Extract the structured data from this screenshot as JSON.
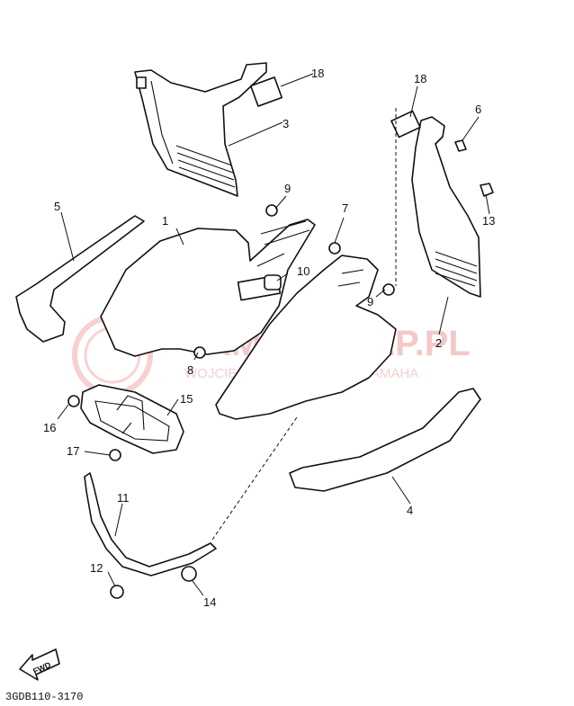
{
  "diagram": {
    "callouts": [
      "1",
      "2",
      "3",
      "4",
      "5",
      "6",
      "7",
      "8",
      "9",
      "9",
      "10",
      "11",
      "12",
      "13",
      "14",
      "15",
      "16",
      "17",
      "18",
      "18"
    ],
    "watermark": {
      "brand": "YAMA-SKLEP.PL",
      "subtitle": "WOJCIECHOWICZ DEALER YAMAHA"
    },
    "fwd_label": "FWD",
    "drawing_code": "3GDB110-3170",
    "watermark_color": "#f2b6b6"
  }
}
